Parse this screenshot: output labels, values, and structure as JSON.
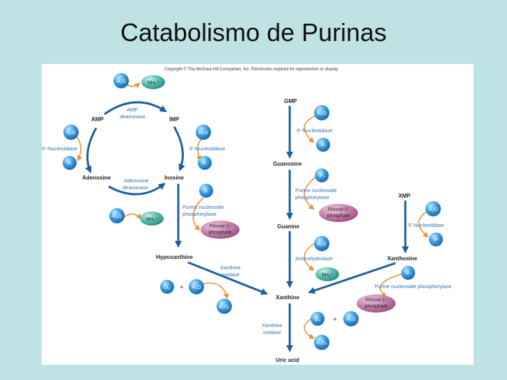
{
  "slide": {
    "title": "Catabolismo de Purinas"
  },
  "figure": {
    "copyright": "Copyright © The McGraw-Hill Companies, Inc. Permission required for reproduction or display.",
    "compounds": {
      "amp": "AMP",
      "imp": "IMP",
      "adenosine": "Adenosine",
      "inosine": "Inosine",
      "hypoxanthine": "Hypoxanthine",
      "gmp": "GMP",
      "guanosine": "Guanosine",
      "guanine": "Guanine",
      "xmp": "XMP",
      "xanthosine": "Xanthosine",
      "xanthine": "Xanthine",
      "uric_acid": "Uric acid"
    },
    "enzymes": {
      "amp_deaminase_1": "AMP",
      "amp_deaminase_2": "deaminase",
      "nucleotidase_amp": "5'-Nucleotidase",
      "nucleotidase_imp": "5'-Nucleotidase",
      "adenosine_deaminase_1": "Adenosine",
      "adenosine_deaminase_2": "deaminase",
      "pnp_inosine_1": "Purine nucleoside",
      "pnp_inosine_2": "phosphorylase",
      "xanthine_oxidase_1_1": "Xanthine",
      "xanthine_oxidase_1_2": "oxidase",
      "nucleotidase_gmp": "5'-Nucleotidase",
      "pnp_guanosine_1": "Purine nucleoside",
      "pnp_guanosine_2": "phosphorylase",
      "aminohydrolase": "Aminohydrolase",
      "nucleotidase_xmp": "5'-Nucleotidase",
      "pnp_xanthosine": "Purine nucleoside phosphorylase",
      "xanthine_oxidase_2_1": "Xanthine",
      "xanthine_oxidase_2_2": "oxidase"
    },
    "small_molecules": {
      "h2o": "H₂O",
      "nh4": "NH₄⁺",
      "pi": "Pᵢ",
      "p": "P",
      "o2": "O₂",
      "h2o2": "H₂O₂",
      "ribose_1": "Ribose-1-",
      "ribose_2": "phosphate",
      "plus": "+"
    },
    "colors": {
      "arrow_main": "#1f5fa0",
      "arrow_side": "#e8923a",
      "enzyme_text": "#2f6fb0",
      "molecule_fill": "#2b8fd6",
      "nh4_fill": "#3aa89a",
      "ribose_fill": "#b0598f"
    }
  }
}
